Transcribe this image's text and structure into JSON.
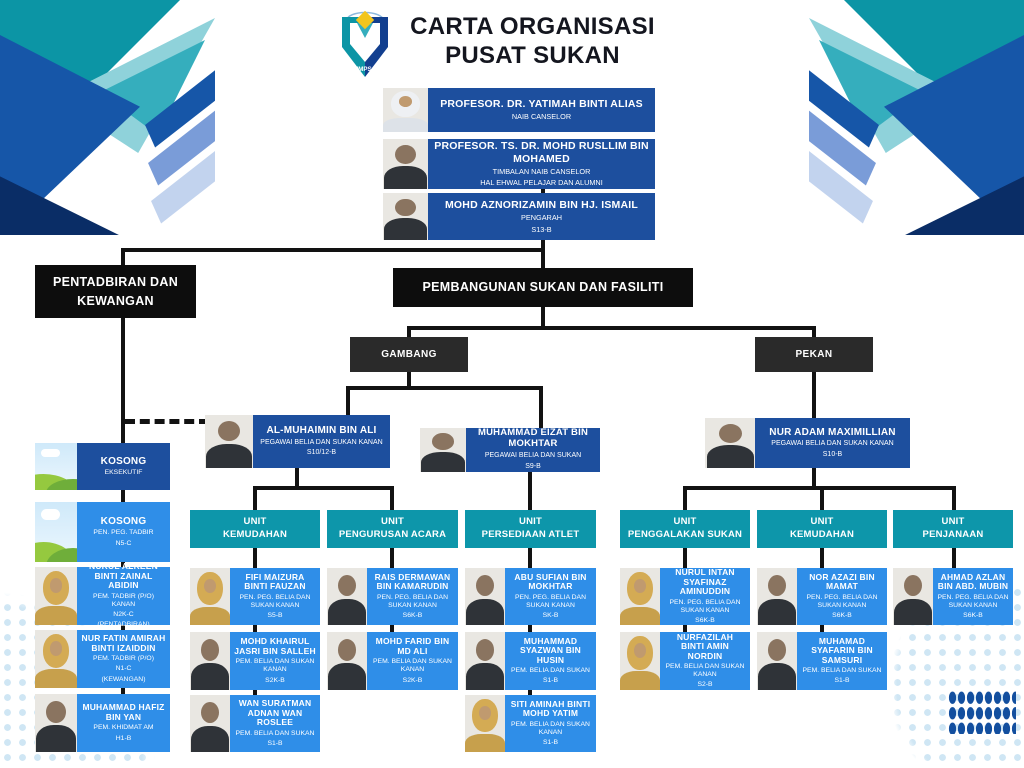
{
  "header": {
    "title_line1": "CARTA ORGANISASI",
    "title_line2": "PUSAT SUKAN",
    "logo_label": "UMPSA"
  },
  "colors": {
    "dark_blue": "#1d4f9e",
    "light_blue": "#2f8ee8",
    "teal_unit": "#0d96aa",
    "black_box": "#0d0d0d",
    "dark_gray_box": "#2a2a2a",
    "deco_teal": "#0c95a5",
    "deco_blue": "#1656a8"
  },
  "leadership": [
    {
      "name": "PROFESOR. DR. YATIMAH BINTI ALIAS",
      "role": "NAIB CANSELOR",
      "photo": "female"
    },
    {
      "name": "PROFESOR. TS. DR. MOHD RUSLLIM BIN MOHAMED",
      "role": "TIMBALAN NAIB CANSELOR",
      "role2": "HAL EHWAL PELAJAR DAN ALUMNI",
      "photo": "male"
    },
    {
      "name": "MOHD AZNORIZAMIN BIN HJ. ISMAIL",
      "role": "PENGARAH",
      "grade": "S13-B",
      "photo": "male"
    }
  ],
  "sections": {
    "admin_line1": "PENTADBIRAN DAN",
    "admin_line2": "KEWANGAN",
    "development": "PEMBANGUNAN SUKAN DAN FASILITI",
    "campus_gambang": "GAMBANG",
    "campus_pekan": "PEKAN"
  },
  "admin_staff": [
    {
      "name": "KOSONG",
      "role": "EKSEKUTIF",
      "photo": "landscape"
    },
    {
      "name": "KOSONG",
      "role": "PEN. PEG. TADBIR",
      "grade": "N5-C",
      "photo": "landscape"
    },
    {
      "name": "NURUL AZREEN BINTI ZAINAL ABIDIN",
      "role": "PEM. TADBIR (P/O) KANAN",
      "grade": "N2K-C",
      "note": "(PENTADBIRAN)",
      "photo": "female"
    },
    {
      "name": "NUR FATIN AMIRAH BINTI IZAIDDIN",
      "role": "PEM. TADBIR (P/O)",
      "grade": "N1-C",
      "note": "(KEWANGAN)",
      "photo": "female"
    },
    {
      "name": "MUHAMMAD HAFIZ BIN YAN",
      "role": "PEM. KHIDMAT AM",
      "grade": "H1-B",
      "photo": "male"
    }
  ],
  "managers": [
    {
      "name": "AL-MUHAIMIN BIN ALI",
      "role": "PEGAWAI BELIA DAN SUKAN KANAN",
      "grade": "S10/12-B",
      "photo": "male"
    },
    {
      "name": "MUHAMMAD EIZAT BIN MOKHTAR",
      "role": "PEGAWAI BELIA DAN SUKAN",
      "grade": "S9-B",
      "photo": "male"
    },
    {
      "name": "NUR ADAM MAXIMILLIAN",
      "role": "PEGAWAI BELIA DAN SUKAN KANAN",
      "grade": "S10-B",
      "photo": "male"
    }
  ],
  "gambang_units": [
    {
      "label_line1": "UNIT",
      "label_line2": "KEMUDAHAN",
      "members": [
        {
          "name": "FIFI MAIZURA BINTI FAUZAN",
          "role": "PEN. PEG. BELIA DAN SUKAN KANAN",
          "grade": "S5-B",
          "photo": "female"
        },
        {
          "name": "MOHD KHAIRUL JASRI BIN SALLEH",
          "role": "PEM. BELIA DAN SUKAN KANAN",
          "grade": "S2K-B",
          "photo": "male"
        },
        {
          "name": "WAN SURATMAN ADNAN WAN ROSLEE",
          "role": "PEM. BELIA DAN SUKAN",
          "grade": "S1-B",
          "photo": "male"
        }
      ]
    },
    {
      "label_line1": "UNIT",
      "label_line2": "PENGURUSAN ACARA",
      "members": [
        {
          "name": "RAIS DERMAWAN BIN KAMARUDIN",
          "role": "PEN. PEG. BELIA DAN SUKAN KANAN",
          "grade": "S6K-B",
          "photo": "male"
        },
        {
          "name": "MOHD FARID BIN MD ALI",
          "role": "PEM. BELIA DAN SUKAN KANAN",
          "grade": "S2K-B",
          "photo": "male"
        }
      ]
    },
    {
      "label_line1": "UNIT",
      "label_line2": "PERSEDIAAN ATLET",
      "members": [
        {
          "name": "ABU SUFIAN BIN MOKHTAR",
          "role": "PEN. PEG. BELIA DAN SUKAN KANAN",
          "grade": "SK-B",
          "photo": "male"
        },
        {
          "name": "MUHAMMAD SYAZWAN BIN HUSIN",
          "role": "PEM. BELIA DAN SUKAN",
          "grade": "S1-B",
          "photo": "male"
        },
        {
          "name": "SITI AMINAH BINTI MOHD YATIM",
          "role": "PEM. BELIA DAN SUKAN KANAN",
          "grade": "S1-B",
          "photo": "female"
        }
      ]
    }
  ],
  "pekan_units": [
    {
      "label_line1": "UNIT",
      "label_line2": "PENGGALAKAN SUKAN",
      "members": [
        {
          "name": "NURUL INTAN SYAFINAZ AMINUDDIN",
          "role": "PEN. PEG. BELIA DAN SUKAN KANAN",
          "grade": "S6K-B",
          "photo": "female"
        },
        {
          "name": "NURFAZILAH BINTI AMIN NORDIN",
          "role": "PEM. BELIA DAN SUKAN KANAN",
          "grade": "S2-B",
          "photo": "female"
        }
      ]
    },
    {
      "label_line1": "UNIT",
      "label_line2": "KEMUDAHAN",
      "members": [
        {
          "name": "NOR AZAZI BIN MAMAT",
          "role": "PEN. PEG. BELIA DAN SUKAN KANAN",
          "grade": "S6K-B",
          "photo": "male"
        },
        {
          "name": "MUHAMAD SYAFARIN BIN SAMSURI",
          "role": "PEM. BELIA DAN SUKAN",
          "grade": "S1-B",
          "photo": "male"
        }
      ]
    },
    {
      "label_line1": "UNIT",
      "label_line2": "PENJANAAN",
      "members": [
        {
          "name": "AHMAD AZLAN BIN ABD. MUBIN",
          "role": "PEN. PEG. BELIA DAN SUKAN KANAN",
          "grade": "S6K-B",
          "photo": "male"
        }
      ]
    }
  ]
}
